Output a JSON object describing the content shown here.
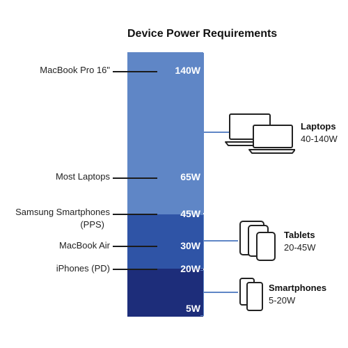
{
  "title": "Device Power Requirements",
  "watts": {
    "w140": "140W",
    "w65": "65W",
    "w45": "45W",
    "w30": "30W",
    "w20": "20W",
    "w5": "5W"
  },
  "devices": {
    "macbook_pro": "MacBook Pro 16\"",
    "most_laptops": "Most Laptops",
    "samsung_line1": "Samsung Smartphones",
    "samsung_line2": "(PPS)",
    "macbook_air": "MacBook Air",
    "iphones": "iPhones (PD)"
  },
  "categories": {
    "laptops": {
      "name": "Laptops",
      "range": "40-140W"
    },
    "tablets": {
      "name": "Tablets",
      "range": "20-45W"
    },
    "smartphones": {
      "name": "Smartphones",
      "range": "5-20W"
    }
  },
  "colors": {
    "laptops_band": "#5f86c6",
    "tablets_band": "#2f54a6",
    "smartphones_band": "#1d2d7a",
    "bracket": "#5f86c6"
  },
  "icons": [
    "laptop-icon",
    "tablet-icon",
    "smartphone-icon"
  ]
}
